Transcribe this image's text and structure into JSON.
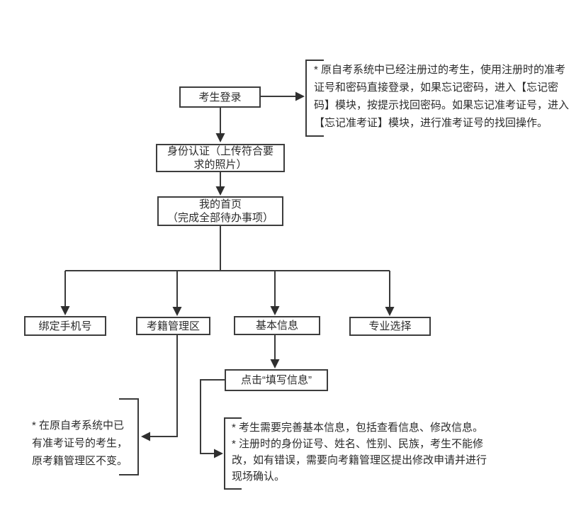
{
  "nodes": {
    "login": {
      "label": "考生登录"
    },
    "identity": {
      "label": "身份认证（上传符合要\n求的照片）"
    },
    "home": {
      "label": "我的首页\n（完成全部待办事项）"
    },
    "bind_phone": {
      "label": "绑定手机号"
    },
    "record_zone": {
      "label": "考籍管理区"
    },
    "basic_info": {
      "label": "基本信息"
    },
    "major": {
      "label": "专业选择"
    },
    "fill_info": {
      "label": "点击“填写信息”"
    }
  },
  "notes": {
    "login_note": {
      "text": "* 原自考系统中已经注册过的考生，使用注册时的准考\n证号和密码直接登录，如果忘记密码，进入【忘记密\n码】模块，按提示找回密码。如果忘记准考证号，进入\n【忘记准考证】模块，进行准考证号的找回操作。"
    },
    "record_note": {
      "text": "* 在原自考系统中已\n有准考证号的考生，\n原考籍管理区不变。"
    },
    "basic_note": {
      "text": "* 考生需要完善基本信息，包括查看信息、修改信息。\n* 注册时的身份证号、姓名、性别、民族，考生不能修\n改，如有错误，需要向考籍管理区提出修改申请并进行\n现场确认。"
    }
  },
  "colors": {
    "line": "#3a3a3a",
    "box_border": "#3d3d3d",
    "text": "#2b2b2b",
    "background": "#ffffff"
  }
}
